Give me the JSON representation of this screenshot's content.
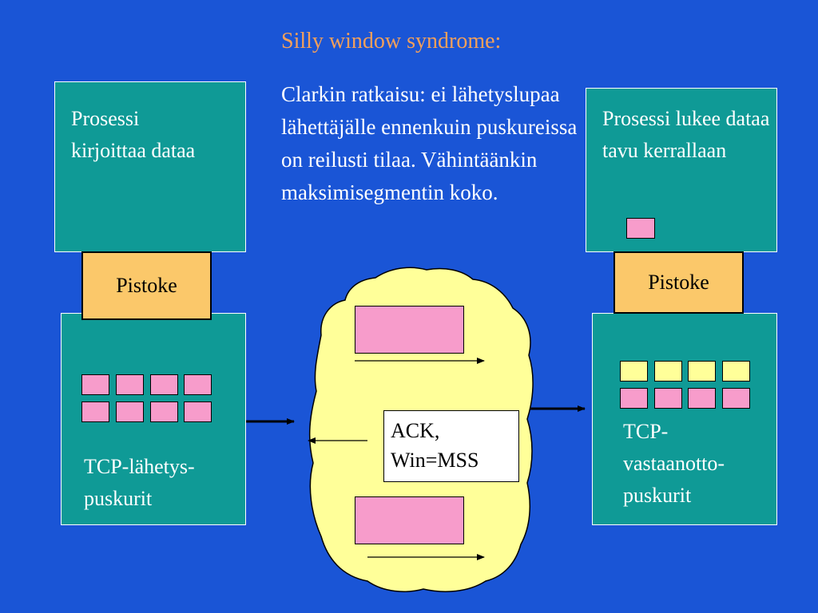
{
  "title": "Silly window syndrome:",
  "description": "Clarkin ratkaisu: ei lähetyslupaa lähettäjälle ennenkuin puskureissa on reilusti tilaa. Vähintäänkin maksimisegmentin koko.",
  "left": {
    "process_text": "Prosessi kirjoittaa dataa",
    "socket_label": "Pistoke",
    "buffer_label": "TCP-lähetys-puskurit"
  },
  "right": {
    "process_text": "Prosessi lukee dataa tavu kerrallaan",
    "socket_label": "Pistoke",
    "buffer_label": "TCP-vastaanotto-puskurit"
  },
  "network": {
    "ack_line1": "ACK,",
    "ack_line2": "Win=MSS"
  },
  "colors": {
    "background": "#1a55d6",
    "box": "#0f9a96",
    "socket": "#fbc86a",
    "segment": "#f79ccb",
    "cloud": "#ffff99",
    "title": "#f5a05a"
  }
}
